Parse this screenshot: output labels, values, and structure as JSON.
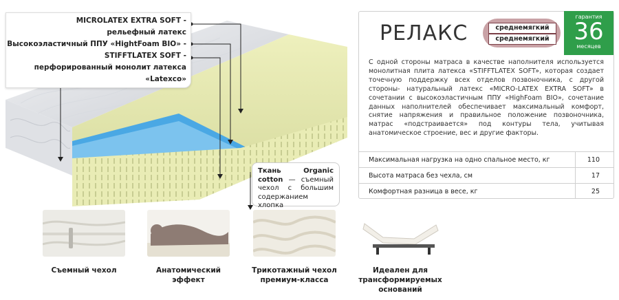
{
  "labels": {
    "microlatex": "MICROLATEX EXTRA SOFT -",
    "microlatex_desc": "рельефный латекс",
    "ppu": "Высокоэластичный ППУ «HightFoam BIO» -",
    "stifflatex": "STIFFTLATEX SOFT -",
    "stifflatex_desc": "перфорированный монолит латекса",
    "latexco": "«Latexco»"
  },
  "product": {
    "title": "РЕЛАКС",
    "firmness": [
      "среднемягкий",
      "среднемягкий"
    ],
    "guarantee_label": "гарантия",
    "guarantee_value": "36",
    "guarantee_unit": "месяцев",
    "description": "С одной стороны матраса в качестве наполнителя используется монолитная плита латекса «STIFFTLATEX SOFT», которая создает точечную поддержку всех отделов позвоночника, с другой стороны- натуральный латекс «MICRO-LATEX EXTRA SOFT» в сочетании с высокоэластичным ППУ «HighFoam BIO», сочетание данных наполнителей обеспечивает максимальный комфорт, снятие напряжения и правильное положение позвоночника, матрас «подстраивается» под контуры тела, учитывая анатомическое строение, вес и другие факторы.",
    "specs": [
      {
        "label": "Максимальная нагрузка на одно спальное место, кг",
        "value": "110"
      },
      {
        "label": "Высота матраса без чехла, см",
        "value": "17"
      },
      {
        "label": "Комфортная разница в весе, кг",
        "value": "25"
      }
    ]
  },
  "fabric": {
    "title": "Ткань Organic cotton",
    "text": "— съемный чехол с большим содержанием хлопка"
  },
  "features": [
    {
      "icon": "zipper-cover-icon",
      "caption": "Съемный чехол"
    },
    {
      "icon": "anatomic-body-icon",
      "caption": "Анатомический эффект"
    },
    {
      "icon": "knit-fabric-icon",
      "caption": "Трикотажный чехол премиум-класса"
    },
    {
      "icon": "adjustable-base-icon",
      "caption": "Идеален для трансформируемых оснований"
    }
  ],
  "colors": {
    "guarantee_green": "#2f9e4a",
    "latex_yellow": "#e7ebae",
    "foam_blue": "#4aa8e4"
  }
}
